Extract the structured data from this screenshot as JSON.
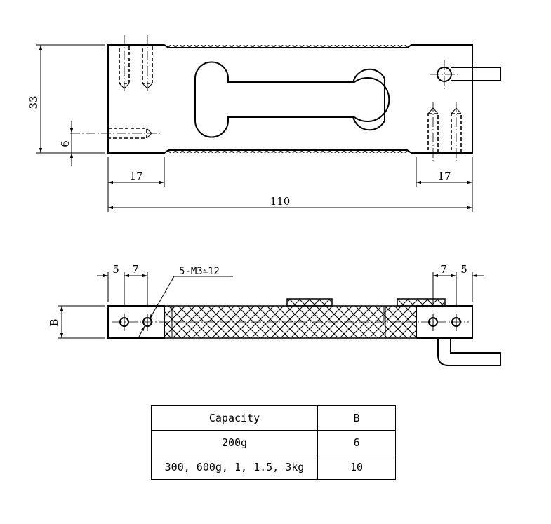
{
  "drawing": {
    "top_view": {
      "dimensions": {
        "height": "33",
        "hole_offset": "6",
        "left_section": "17",
        "right_section": "17",
        "overall_length": "110"
      }
    },
    "side_view": {
      "dimensions": {
        "left_edge_to_hole": "5",
        "left_hole_spacing": "7",
        "right_hole_spacing": "7",
        "right_hole_to_edge": "5",
        "thickness": "B"
      },
      "thread_note": "5-M3↧̅ 12"
    }
  },
  "spec_table": {
    "headers": [
      "Capacity",
      "B"
    ],
    "rows": [
      [
        "200g",
        "6"
      ],
      [
        "300, 600g, 1, 1.5, 3kg",
        "10"
      ]
    ]
  },
  "colors": {
    "line": "#000000",
    "background": "#ffffff"
  }
}
